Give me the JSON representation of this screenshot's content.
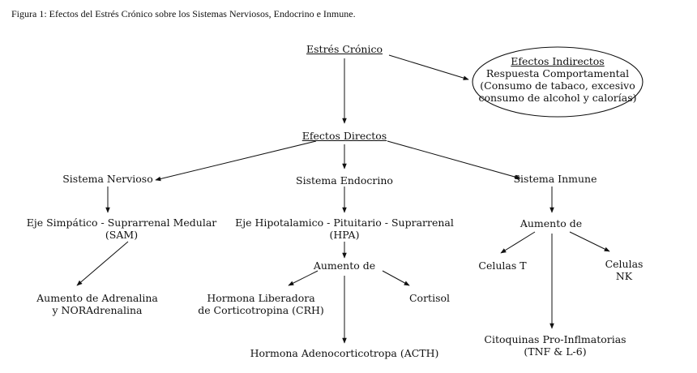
{
  "figure_title": "Figura 1: Efectos del Estrés Crónico sobre los Sistemas Nerviosos, Endocrino e Inmune.",
  "nodes": {
    "estres_cronico": "Estrés Crónico",
    "efectos_indirectos": {
      "title": "Efectos Indirectos",
      "line1": "Respuesta Comportamental",
      "line2": "(Consumo de tabaco, excesivo",
      "line3": "consumo de alcohol y calorías)"
    },
    "efectos_directos": "Efectos Directos",
    "sistema_nervioso": "Sistema Nervioso",
    "sistema_endocrino": "Sistema Endocrino",
    "sistema_inmune": "Sistema Inmune",
    "sam": {
      "line1": "Eje Simpático - Suprarrenal Medular",
      "line2": "(SAM)"
    },
    "hpa": {
      "line1": "Eje Hipotalamico - Pituitario - Suprarrenal",
      "line2": "(HPA)"
    },
    "aumento_inmune": "Aumento de",
    "adrenalina": {
      "line1": "Aumento de Adrenalina",
      "line2": "y NORAdrenalina"
    },
    "aumento_endocrino": "Aumento de",
    "crh": {
      "line1": "Hormona Liberadora",
      "line2": "de Corticotropina (CRH)"
    },
    "cortisol": "Cortisol",
    "acth": "Hormona Adenocorticotropa (ACTH)",
    "celulas_t": "Celulas T",
    "celulas_nk": {
      "line1": "Celulas",
      "line2": "NK"
    },
    "citoquinas": {
      "line1": "Citoquinas Pro-Inflmatorias",
      "line2": "(TNF & L-6)"
    }
  }
}
